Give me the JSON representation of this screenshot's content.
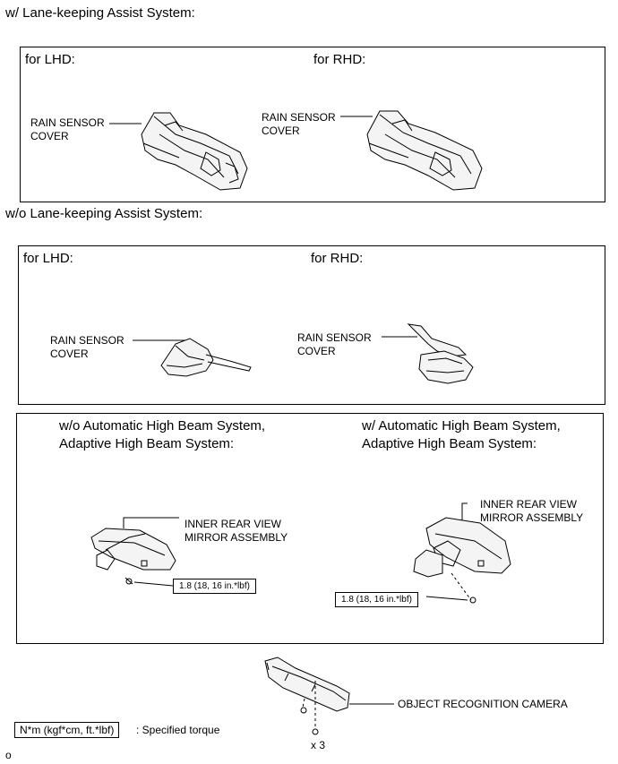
{
  "sections": {
    "with_lka": {
      "heading": "w/ Lane-keeping Assist System:",
      "lhd_label": "for LHD:",
      "rhd_label": "for RHD:",
      "lhd_part": "RAIN SENSOR\nCOVER",
      "rhd_part": "RAIN SENSOR\nCOVER"
    },
    "without_lka": {
      "heading": "w/o Lane-keeping Assist System:",
      "lhd_label": "for LHD:",
      "rhd_label": "for RHD:",
      "lhd_part": "RAIN SENSOR\nCOVER",
      "rhd_part": "RAIN SENSOR\nCOVER"
    },
    "mirror": {
      "left_heading": "w/o Automatic High Beam System,\nAdaptive High Beam System:",
      "right_heading": "w/ Automatic High Beam System,\nAdaptive High Beam System:",
      "left_part": "INNER REAR VIEW\nMIRROR ASSEMBLY",
      "right_part": "INNER REAR VIEW\nMIRROR ASSEMBLY",
      "left_torque": "1.8 (18, 16 in.*lbf)",
      "right_torque": "1.8 (18, 16 in.*lbf)"
    },
    "camera": {
      "part": "OBJECT RECOGNITION CAMERA",
      "qty": "x 3"
    }
  },
  "legend": {
    "unit_box": "N*m (kgf*cm, ft.*lbf)",
    "unit_desc": ": Specified torque"
  },
  "footer_mark": "o"
}
